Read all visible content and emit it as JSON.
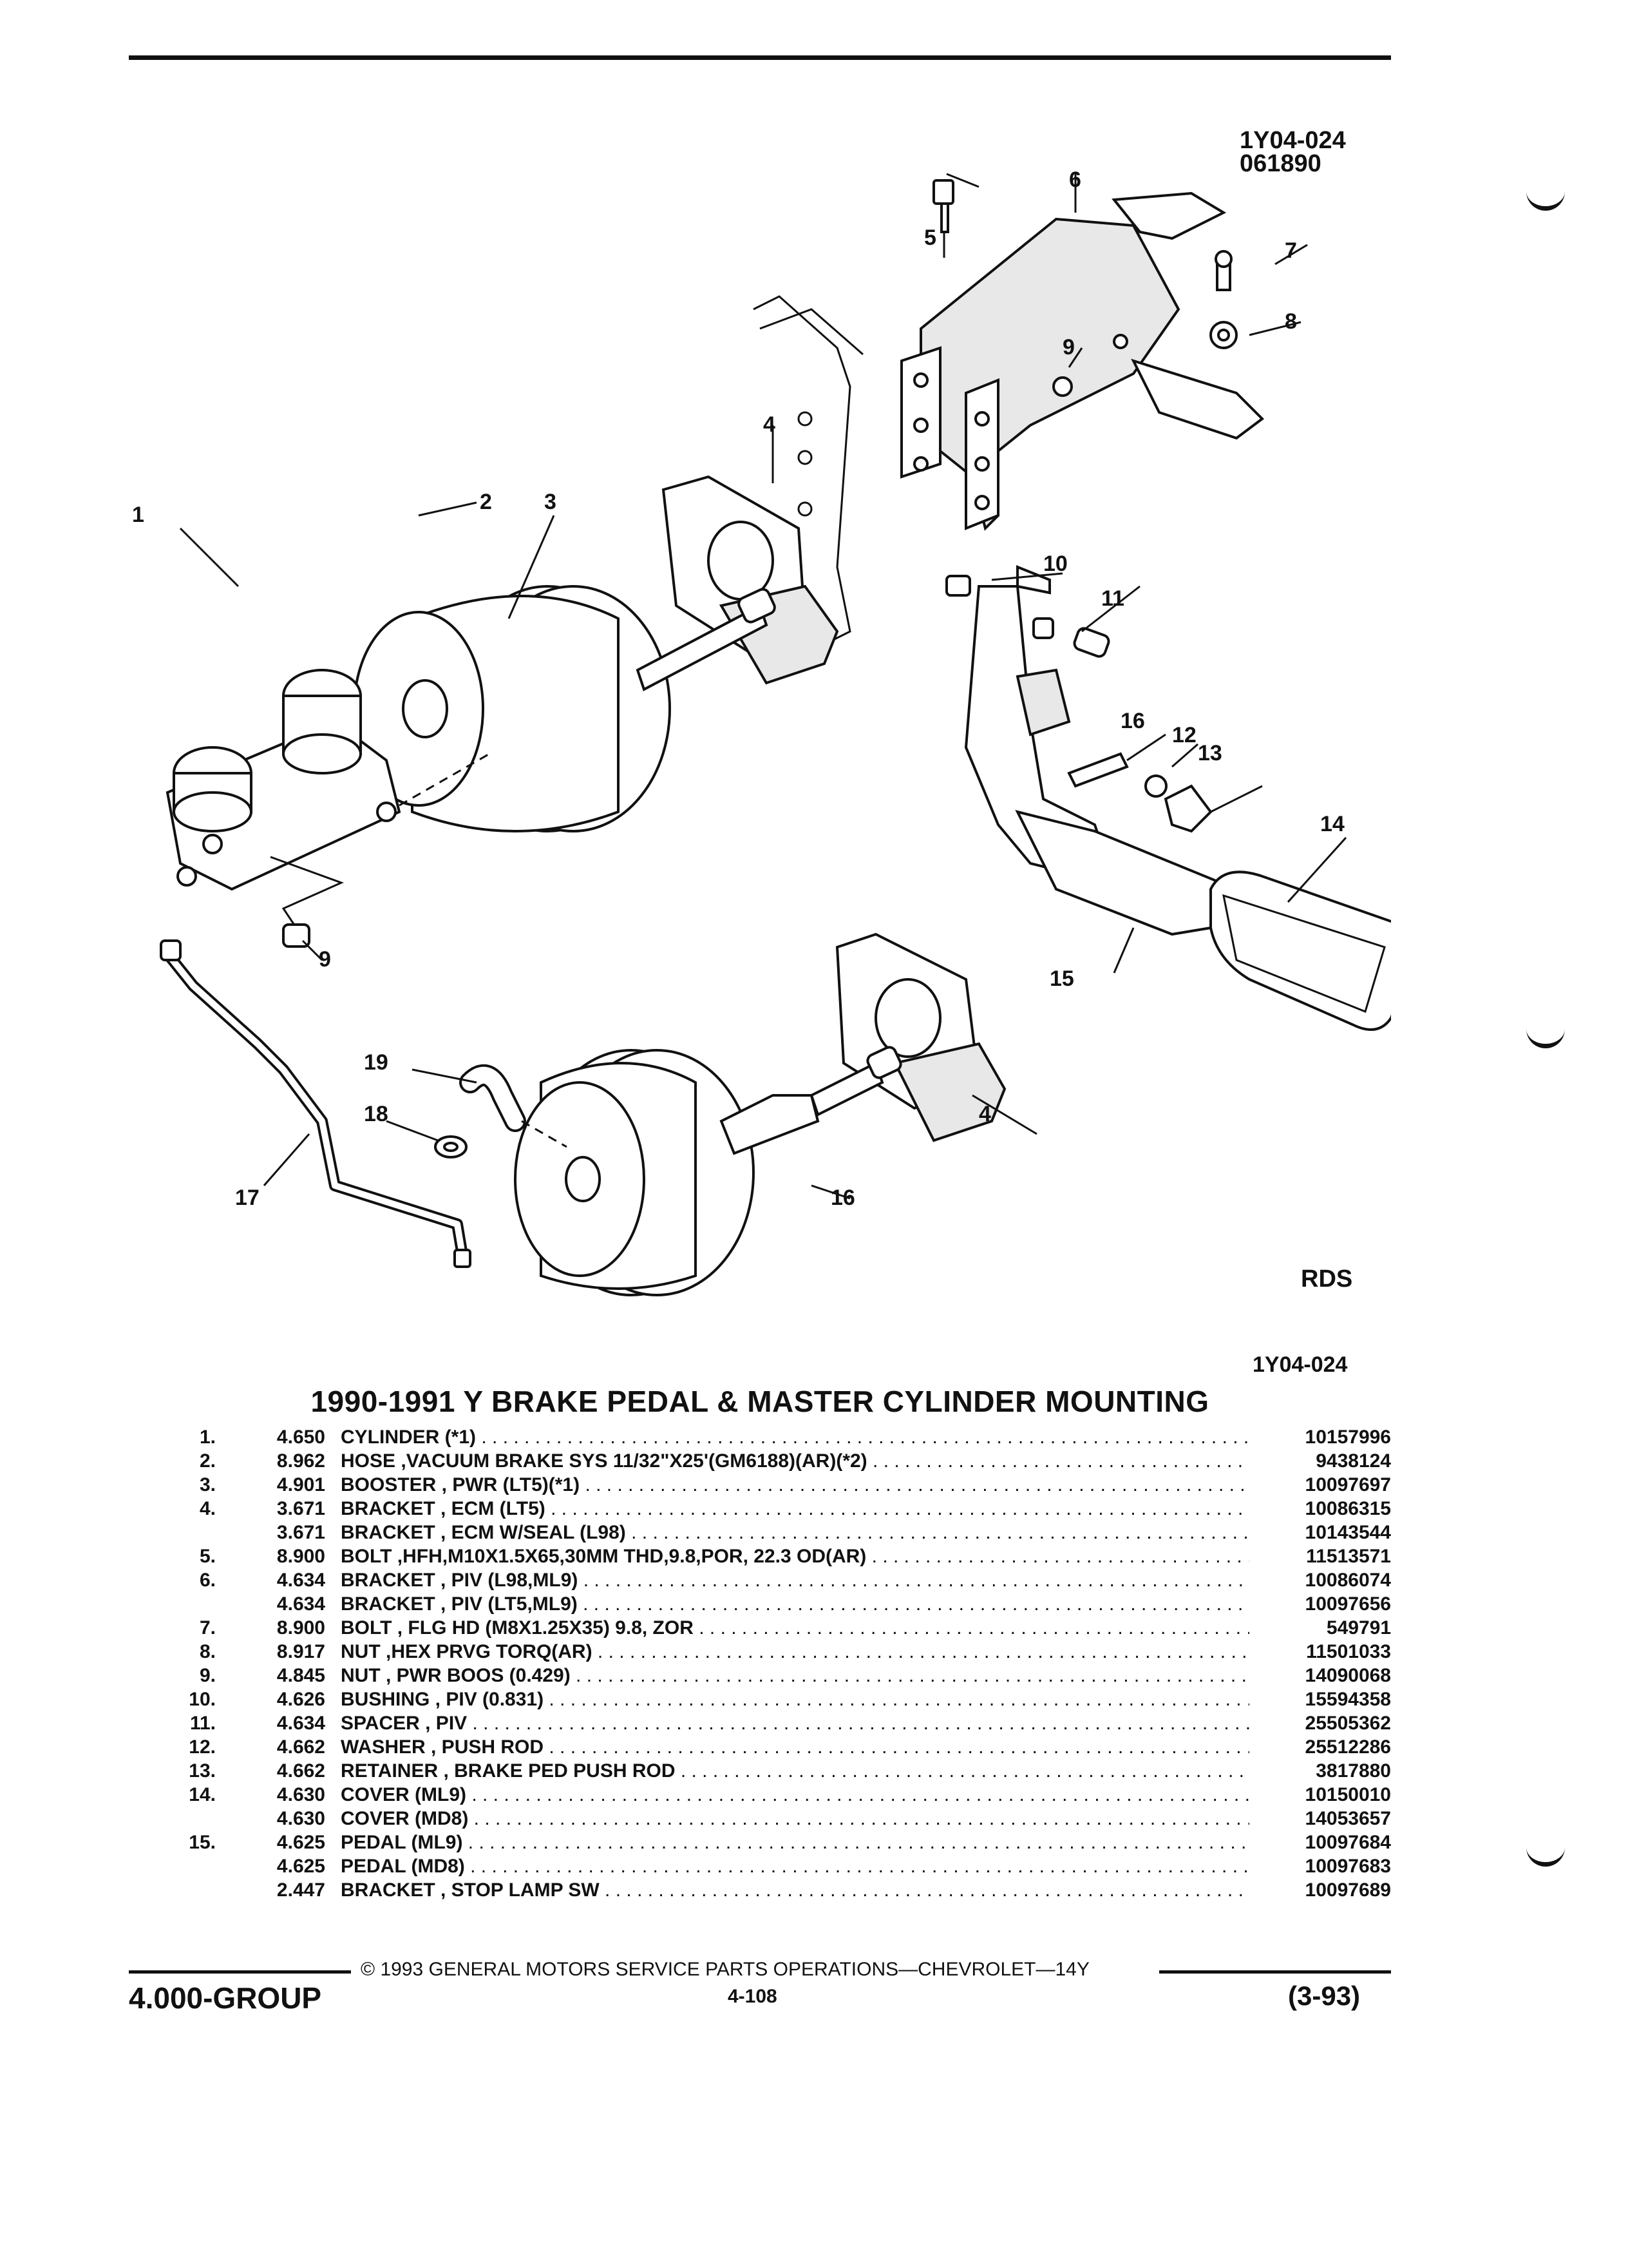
{
  "figure": {
    "id_top": "1Y04-024",
    "date_code": "061890",
    "variant": "RDS",
    "id_bottom": "1Y04-024"
  },
  "callouts": [
    "1",
    "2",
    "3",
    "4",
    "4",
    "5",
    "6",
    "7",
    "8",
    "9",
    "9",
    "10",
    "11",
    "12",
    "13",
    "14",
    "15",
    "16",
    "16",
    "17",
    "18",
    "19"
  ],
  "title": "1990-1991 Y BRAKE PEDAL & MASTER CYLINDER MOUNTING",
  "parts": [
    {
      "item": "1.",
      "group": "4.650",
      "desc": "CYLINDER (*1)",
      "part": "10157996"
    },
    {
      "item": "2.",
      "group": "8.962",
      "desc": "HOSE ,VACUUM BRAKE SYS 11/32\"X25'(GM6188)(AR)(*2)",
      "part": "9438124"
    },
    {
      "item": "3.",
      "group": "4.901",
      "desc": "BOOSTER , PWR (LT5)(*1)",
      "part": "10097697"
    },
    {
      "item": "4.",
      "group": "3.671",
      "desc": "BRACKET , ECM (LT5)",
      "part": "10086315"
    },
    {
      "item": "",
      "group": "3.671",
      "desc": "BRACKET , ECM W/SEAL (L98)",
      "part": "10143544"
    },
    {
      "item": "5.",
      "group": "8.900",
      "desc": "BOLT ,HFH,M10X1.5X65,30MM THD,9.8,POR, 22.3 OD(AR)",
      "part": "11513571"
    },
    {
      "item": "6.",
      "group": "4.634",
      "desc": "BRACKET , PIV (L98,ML9)",
      "part": "10086074"
    },
    {
      "item": "",
      "group": "4.634",
      "desc": "BRACKET , PIV (LT5,ML9)",
      "part": "10097656"
    },
    {
      "item": "7.",
      "group": "8.900",
      "desc": "BOLT , FLG HD (M8X1.25X35) 9.8, ZOR",
      "part": "549791"
    },
    {
      "item": "8.",
      "group": "8.917",
      "desc": "NUT ,HEX PRVG TORQ(AR)",
      "part": "11501033"
    },
    {
      "item": "9.",
      "group": "4.845",
      "desc": "NUT , PWR BOOS (0.429)",
      "part": "14090068"
    },
    {
      "item": "10.",
      "group": "4.626",
      "desc": "BUSHING , PIV (0.831)",
      "part": "15594358"
    },
    {
      "item": "11.",
      "group": "4.634",
      "desc": "SPACER , PIV",
      "part": "25505362"
    },
    {
      "item": "12.",
      "group": "4.662",
      "desc": "WASHER , PUSH ROD",
      "part": "25512286"
    },
    {
      "item": "13.",
      "group": "4.662",
      "desc": "RETAINER , BRAKE PED PUSH ROD",
      "part": "3817880"
    },
    {
      "item": "14.",
      "group": "4.630",
      "desc": "COVER (ML9)",
      "part": "10150010"
    },
    {
      "item": "",
      "group": "4.630",
      "desc": "COVER (MD8)",
      "part": "14053657"
    },
    {
      "item": "15.",
      "group": "4.625",
      "desc": "PEDAL (ML9)",
      "part": "10097684"
    },
    {
      "item": "",
      "group": "4.625",
      "desc": "PEDAL (MD8)",
      "part": "10097683"
    },
    {
      "item": "",
      "group": "2.447",
      "desc": "BRACKET , STOP LAMP SW",
      "part": "10097689"
    }
  ],
  "footer": {
    "copyright": "© 1993 GENERAL MOTORS SERVICE PARTS OPERATIONS—CHEVROLET—14Y",
    "group": "4.000-GROUP",
    "page": "4-108",
    "revision": "(3-93)"
  }
}
